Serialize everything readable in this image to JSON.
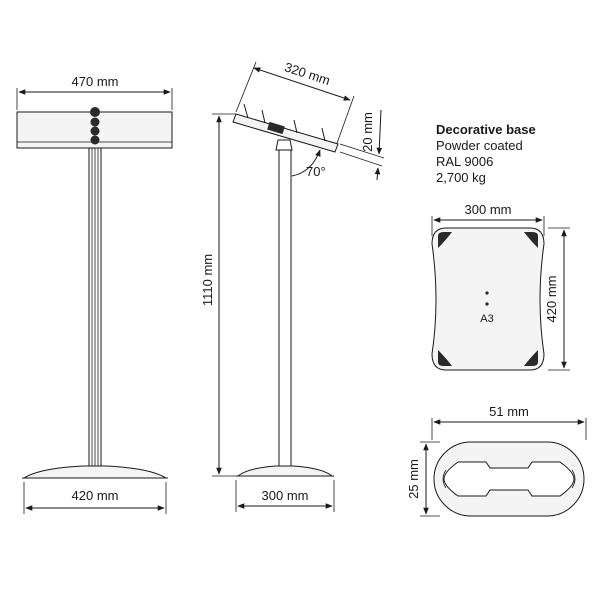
{
  "front_view": {
    "top_width": "470 mm",
    "base_width": "420 mm"
  },
  "side_view": {
    "top_length": "320 mm",
    "top_thickness": "20 mm",
    "tilt_angle": "70°",
    "height": "1110 mm",
    "base_width": "300 mm"
  },
  "specs": {
    "title": "Decorative base",
    "finish": "Powder coated",
    "color": "RAL 9006",
    "weight": "2,700 kg"
  },
  "base_plan": {
    "width": "300 mm",
    "length": "420 mm",
    "label": "A3"
  },
  "profile": {
    "width": "51 mm",
    "height": "25 mm"
  }
}
